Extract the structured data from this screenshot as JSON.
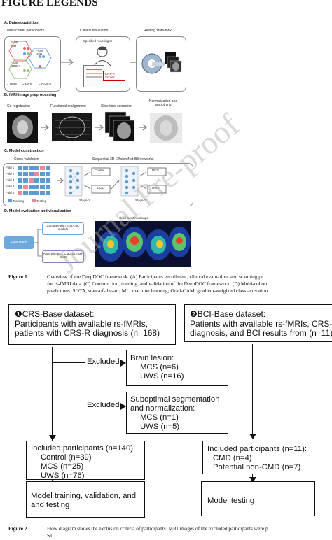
{
  "page_heading": "FIGURE LEGENDS",
  "figure1": {
    "panel_a": {
      "title": "A. Data acquisition",
      "participants_label": "Multi-center participants",
      "centers": [
        "From ZJH",
        "From HSH",
        "From GZGH"
      ],
      "group_legend": [
        "UWS",
        "MCS",
        "Control"
      ],
      "clinical_label": "Clinical evaluation",
      "neurologist_label": "Specified neurologist",
      "crsr_label": "CRS-R Scores",
      "fmri_label": "Resting state-fMRI"
    },
    "panel_b": {
      "title": "B. fMRI image preprocessing",
      "steps": [
        "Co-registration",
        "Functional realignment",
        "Slice time correction",
        "Normalization and smoothing"
      ]
    },
    "panel_c": {
      "title": "C. Model construction",
      "cv_label": "Cross validation",
      "net_label": "Sequential 3D EfficientNet-B3 networks",
      "folds": [
        "Fold 1",
        "Fold 2",
        "Fold 3",
        "Fold 4",
        "Fold 5"
      ],
      "legend": [
        "Training",
        "Testing"
      ],
      "stage1_outputs": [
        "Control",
        "DOC"
      ],
      "stage2_outputs": [
        "MCS",
        "UWS"
      ],
      "stages": [
        "Stage-1",
        "Stage-2"
      ]
    },
    "panel_d": {
      "title": "D. Model evaluation and visualization",
      "evaluation_label": "Evaluation",
      "compare_label": "Compare with SOTA ML models",
      "align_label": "Align with BCI: CMD vs. non-CMD",
      "gradcam_label": "Grad-CAM heatmaps"
    },
    "caption_label": "Figure 1",
    "caption_lines": [
      "Overview of the DeepDOC framework. (A) Participants enrollment, clinical evaluation, and scanning pr",
      "for rs-fMRI data. (C) Construction, training, and validation of the DeepDOC framework. (D) Multi-cohort",
      "predictions. SOTA, state-of-the-art; ML, machine learning; Grad-CAM, gradient-weighted class activation"
    ]
  },
  "figure2": {
    "crs_dataset": {
      "title": "❶CRS-Base dataset:",
      "lines": [
        "Participants with available rs-fMRIs,",
        "patients with CRS-R diagnosis (n=168)"
      ]
    },
    "bci_dataset": {
      "title": "❷BCI-Base dataset:",
      "lines": [
        "Patients with available rs-fMRIs, CRS-R",
        "diagnosis, and BCI results from (n=11)"
      ]
    },
    "excluded_label": "Excluded",
    "brain_lesion": {
      "title": "Brain lesion:",
      "lines": [
        "MCS (n=6)",
        "UWS (n=16)"
      ]
    },
    "suboptimal": {
      "lines": [
        "Suboptimal segmentation",
        "and normalization:",
        "MCS (n=1)",
        "UWS (n=5)"
      ]
    },
    "included_crs": {
      "title": "Included participants (n=140):",
      "lines": [
        "Control (n=39)",
        "MCS (n=25)",
        "UWS (n=76)"
      ]
    },
    "included_bci": {
      "title": "Included participants (n=11):",
      "lines": [
        "CMD (n=4)",
        "Potential non-CMD (n=7)"
      ]
    },
    "model_training": [
      "Model training, validation, and",
      "and testing"
    ],
    "model_testing": "Model testing",
    "caption_label": "Figure 2",
    "caption_lines": [
      "Flow diagram shows the exclusion criteria of participants. MRI images of the excluded participants were p",
      "S1."
    ]
  },
  "watermark": "Journal Pre-proof",
  "colors": {
    "evaluation_box": "#6fa8dc",
    "training": "#5b9bd5",
    "testing": "#e88a9a",
    "uws": "#e06666",
    "mcs": "#6d9eeb",
    "control": "#93c47d"
  }
}
